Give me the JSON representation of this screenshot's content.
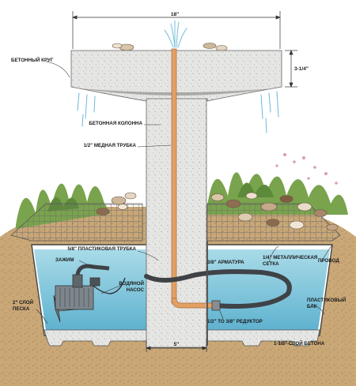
{
  "dimensions": {
    "top_width": "18\"",
    "circle_thickness": "3-1/4\"",
    "column_width": "5\""
  },
  "labels": {
    "concrete_circle": "БЕТОННЫЙ КРУГ",
    "concrete_column": "БЕТОННАЯ КОЛОННА",
    "copper_pipe": "1/2\" МЕДНАЯ ТРУБКА",
    "plastic_tube": "5/8\" ПЛАСТИКОВАЯ ТРУБКА",
    "clamp": "ЗАЖИМ",
    "pump_line1": "ВОДЯНОЙ",
    "pump_line2": "НАСОС",
    "sand_line1": "2\" СЛОЙ",
    "sand_line2": "ПЕСКА",
    "rebar": "3/8\" АРМАТУРА",
    "mesh_line1": "1/4\" МЕТАЛЛИЧЕСКАЯ",
    "mesh_line2": "СЕТКА",
    "wire": "ПРОВОД",
    "tank_line1": "ПЛАСТИКОВЫЙ",
    "tank_line2": "БАК",
    "reducer": "1/2\" TO 3/8\" РЕДУКТОР",
    "concrete_layer": "1-1/2\" СЛОЙ БЕТОНА"
  }
}
